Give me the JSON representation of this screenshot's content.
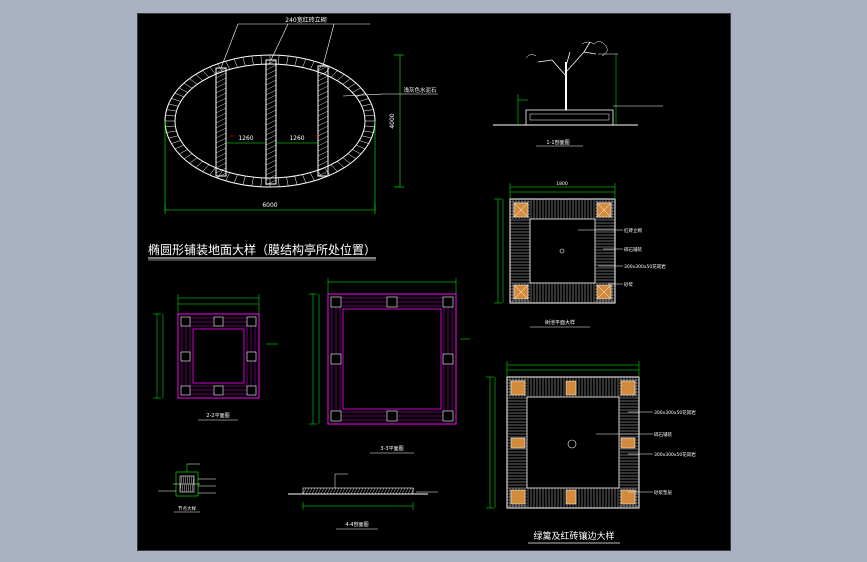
{
  "colors": {
    "window_bg": "#a9b1c3",
    "sheet_bg": "#000000",
    "pattern": "#ffffff",
    "dim_line": "#00ff00",
    "outline": "#ff00ff",
    "node_fill": "#d28a3c",
    "cut": "#ff0000"
  },
  "ellipse_plan": {
    "title": "椭圆形铺装地面大样（膜结构亭所处位置）",
    "top_note": "240宽红砖立砌",
    "side_note": "浅灰色水泥石",
    "dim_width": "6000",
    "dim_height": "4000",
    "dim_left": "1260",
    "dim_right": "1260"
  },
  "tree_section": {
    "caption": "1-1剖面图"
  },
  "tree_pit_small": {
    "caption": "树池平面大样",
    "dim_top": "1800",
    "notes": [
      "红砖立砌",
      "碎石铺装",
      "300x300x50花岗岩",
      "砂浆"
    ]
  },
  "tree_pit_large": {
    "caption": "绿篱及红砖镶边大样",
    "notes": [
      "300x300x50花岗岩",
      "碎石铺装",
      "300x300x50花岗岩",
      "砂浆垫层"
    ]
  },
  "frame_small": {
    "caption": "2-2平面图"
  },
  "frame_medium": {
    "caption": "3-3平面图"
  },
  "detail_node": {
    "caption": "节点大样"
  },
  "bottom_section": {
    "caption": "4-4剖面图"
  }
}
